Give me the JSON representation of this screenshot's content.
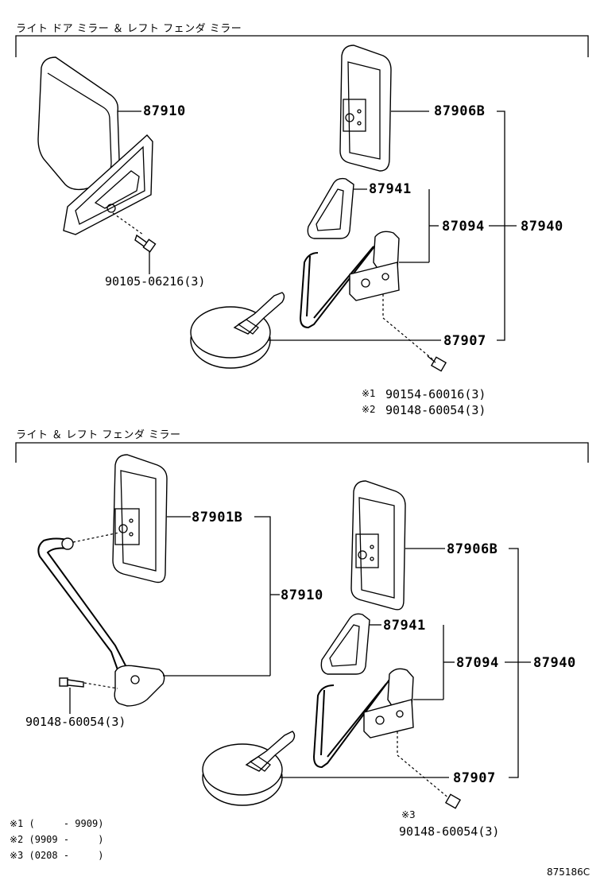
{
  "sections": [
    {
      "title": "ライト ドア ミラー ＆ レフト フェンダ ミラー",
      "parts": {
        "p87910": "87910",
        "p87906b": "87906B",
        "p87941": "87941",
        "p87094": "87094",
        "p87940": "87940",
        "p87907": "87907",
        "bolt1": "90105-06216(3)",
        "screw1": "90154-60016(3)",
        "screw2": "90148-60054(3)"
      },
      "marks": {
        "m1": "※1",
        "m2": "※2"
      }
    },
    {
      "title": "ライト ＆ レフト フェンダ ミラー",
      "parts": {
        "p87901b": "87901B",
        "p87910": "87910",
        "p87906b": "87906B",
        "p87941": "87941",
        "p87094": "87094",
        "p87940": "87940",
        "p87907": "87907",
        "bolt": "90148-60054(3)",
        "screw": "90148-60054(3)"
      },
      "marks": {
        "m3": "※3"
      }
    }
  ],
  "notes": [
    "※1 (     - 9909)",
    "※2 (9909 -     )",
    "※3 (0208 -     )"
  ],
  "reference": "875186C"
}
